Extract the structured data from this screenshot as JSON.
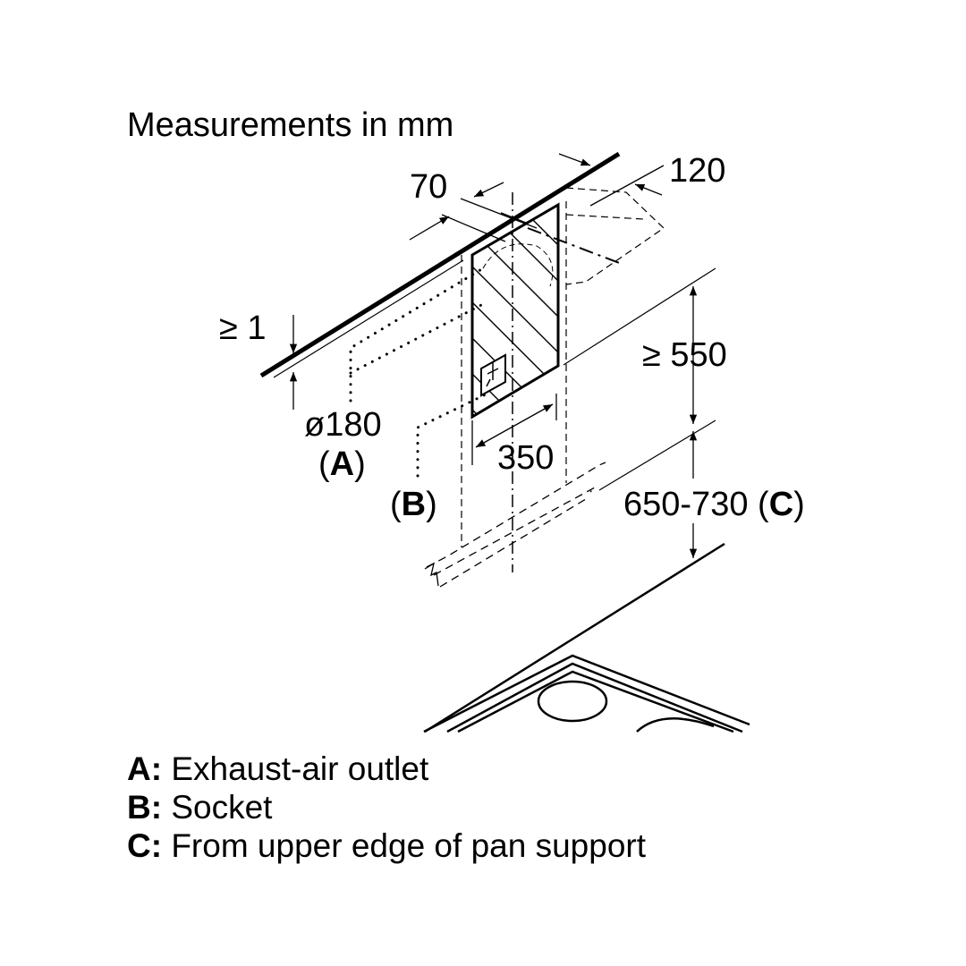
{
  "title": "Measurements in mm",
  "dimensions": {
    "depth_70": "70",
    "width_120": "120",
    "clearance_1": "≥ 1",
    "height_550": "≥ 550",
    "width_350": "350",
    "height_range": "650-730",
    "height_range_ref": "C"
  },
  "callouts": {
    "diameter": "ø180",
    "a_label": "A",
    "b_label": "B"
  },
  "legend": [
    {
      "key": "A:",
      "text": "Exhaust-air outlet"
    },
    {
      "key": "B:",
      "text": "Socket"
    },
    {
      "key": "C:",
      "text": "From upper edge of pan support"
    }
  ]
}
